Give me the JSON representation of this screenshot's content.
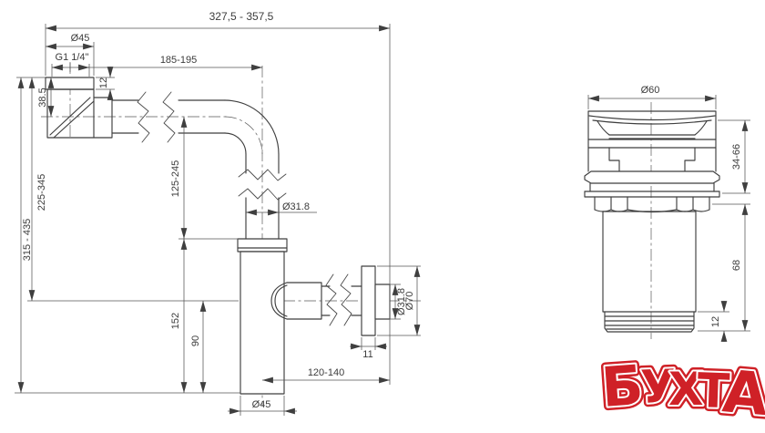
{
  "left": {
    "total_length": "327,5 - 357,5",
    "inlet_flange_dia": "Ø45",
    "thread": "G1 1/4\"",
    "reach": "185-195",
    "nut_height": "12",
    "inlet_drop": "38.5",
    "height_range_total": "315 - 435",
    "height_range_outlet": "225-345",
    "downpipe_range": "125-245",
    "downpipe_dia": "Ø31.8",
    "cup_height": "152",
    "outlet_height": "90",
    "outlet_reach": "120-140",
    "cup_dia": "Ø45",
    "outlet_pipe_dia": "Ø31.8",
    "rosette_dia": "Ø70",
    "rosette_depth": "11"
  },
  "right": {
    "cap_dia": "Ø60",
    "cap_travel": "34-66",
    "tail_length": "68",
    "thread_length": "12"
  },
  "watermark": {
    "text": "БУХТА",
    "color": "#cf2127"
  }
}
